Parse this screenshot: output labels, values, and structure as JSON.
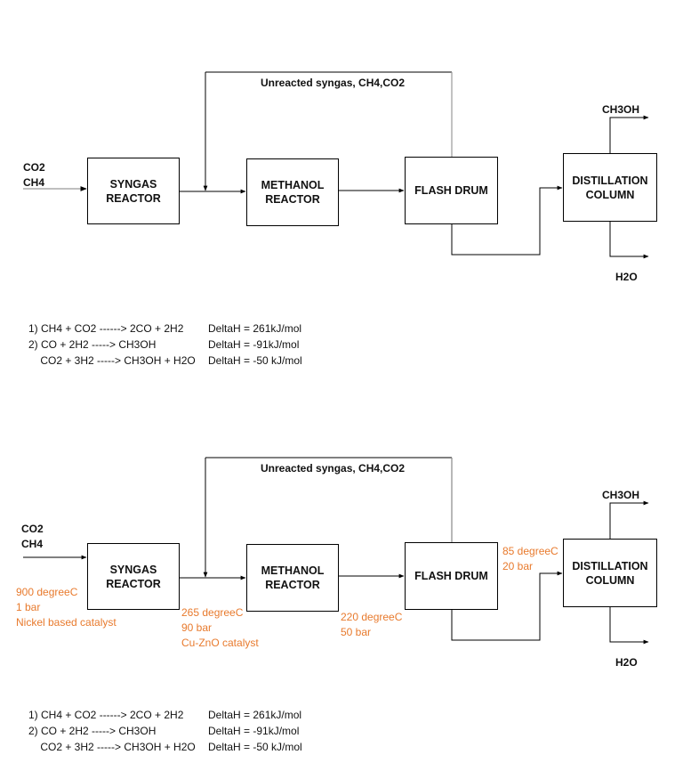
{
  "diagram1": {
    "boxes": {
      "syngas": "SYNGAS\nREACTOR",
      "methanol": "METHANOL\nREACTOR",
      "flash": "FLASH DRUM",
      "distillation": "DISTILLATION\nCOLUMN"
    },
    "recycle_label": "Unreacted syngas, CH4,CO2",
    "feed_label": "CO2\nCH4",
    "top_product": "CH3OH",
    "bottom_product": "H2O",
    "equations": [
      {
        "reaction": "1) CH4 + CO2 ------> 2CO + 2H2",
        "enthalpy": "DeltaH = 261kJ/mol"
      },
      {
        "reaction": "2) CO + 2H2 -----> CH3OH",
        "enthalpy": "DeltaH = -91kJ/mol"
      },
      {
        "reaction": "    CO2 + 3H2 -----> CH3OH + H2O",
        "enthalpy": "DeltaH = -50 kJ/mol"
      }
    ]
  },
  "diagram2": {
    "boxes": {
      "syngas": "SYNGAS\nREACTOR",
      "methanol": "METHANOL\nREACTOR",
      "flash": "FLASH DRUM",
      "distillation": "DISTILLATION\nCOLUMN"
    },
    "recycle_label": "Unreacted syngas, CH4,CO2",
    "feed_label": "CO2\nCH4",
    "top_product": "CH3OH",
    "bottom_product": "H2O",
    "conditions": {
      "syngas": "900 degreeC\n1 bar\nNickel based catalyst",
      "methanol_in": "265 degreeC\n90 bar\nCu-ZnO catalyst",
      "flash_in": "220 degreeC\n50 bar",
      "distillation_in": "85 degreeC\n20 bar"
    },
    "equations": [
      {
        "reaction": "1) CH4 + CO2 ------> 2CO + 2H2",
        "enthalpy": "DeltaH = 261kJ/mol"
      },
      {
        "reaction": "2) CO + 2H2 -----> CH3OH",
        "enthalpy": "DeltaH = -91kJ/mol"
      },
      {
        "reaction": "    CO2 + 3H2 -----> CH3OH + H2O",
        "enthalpy": "DeltaH = -50 kJ/mol"
      }
    ]
  },
  "colors": {
    "line": "#000000",
    "recycle_top": "#000000",
    "recycle_drop": "#888888",
    "feed_line": "#999999",
    "condition_text": "#E87A2D"
  }
}
